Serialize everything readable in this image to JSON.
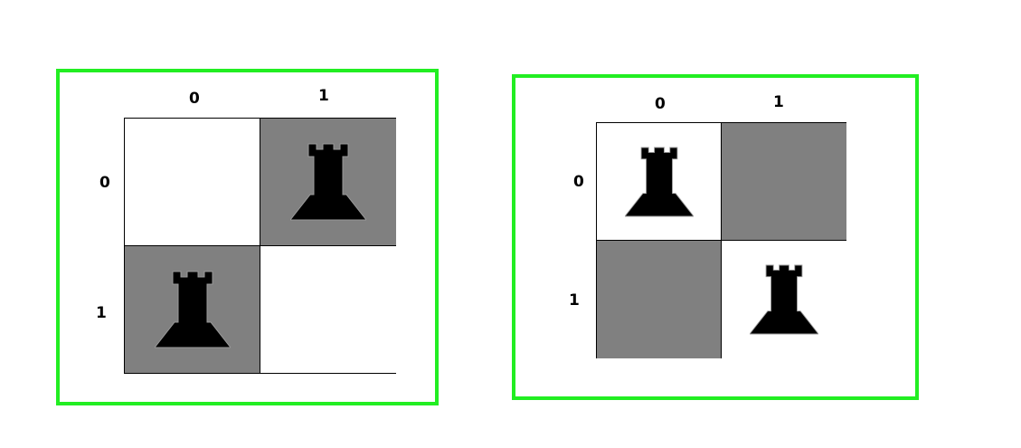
{
  "colors": {
    "frame": "#22ee22",
    "light_square": "#ffffff",
    "dark_square": "#808080",
    "piece": "#000000"
  },
  "boards": [
    {
      "column_labels": [
        "0",
        "1"
      ],
      "row_labels": [
        "0",
        "1"
      ],
      "cells": [
        [
          {
            "color": "#ffffff",
            "piece": ""
          },
          {
            "color": "#808080",
            "piece": "rook-icon"
          }
        ],
        [
          {
            "color": "#808080",
            "piece": "rook-icon"
          },
          {
            "color": "#ffffff",
            "piece": ""
          }
        ]
      ]
    },
    {
      "column_labels": [
        "0",
        "1"
      ],
      "row_labels": [
        "0",
        "1"
      ],
      "cells": [
        [
          {
            "color": "#ffffff",
            "piece": "rook-icon"
          },
          {
            "color": "#808080",
            "piece": ""
          }
        ],
        [
          {
            "color": "#808080",
            "piece": ""
          },
          {
            "color": "#ffffff",
            "piece": "rook-icon"
          }
        ]
      ]
    }
  ]
}
